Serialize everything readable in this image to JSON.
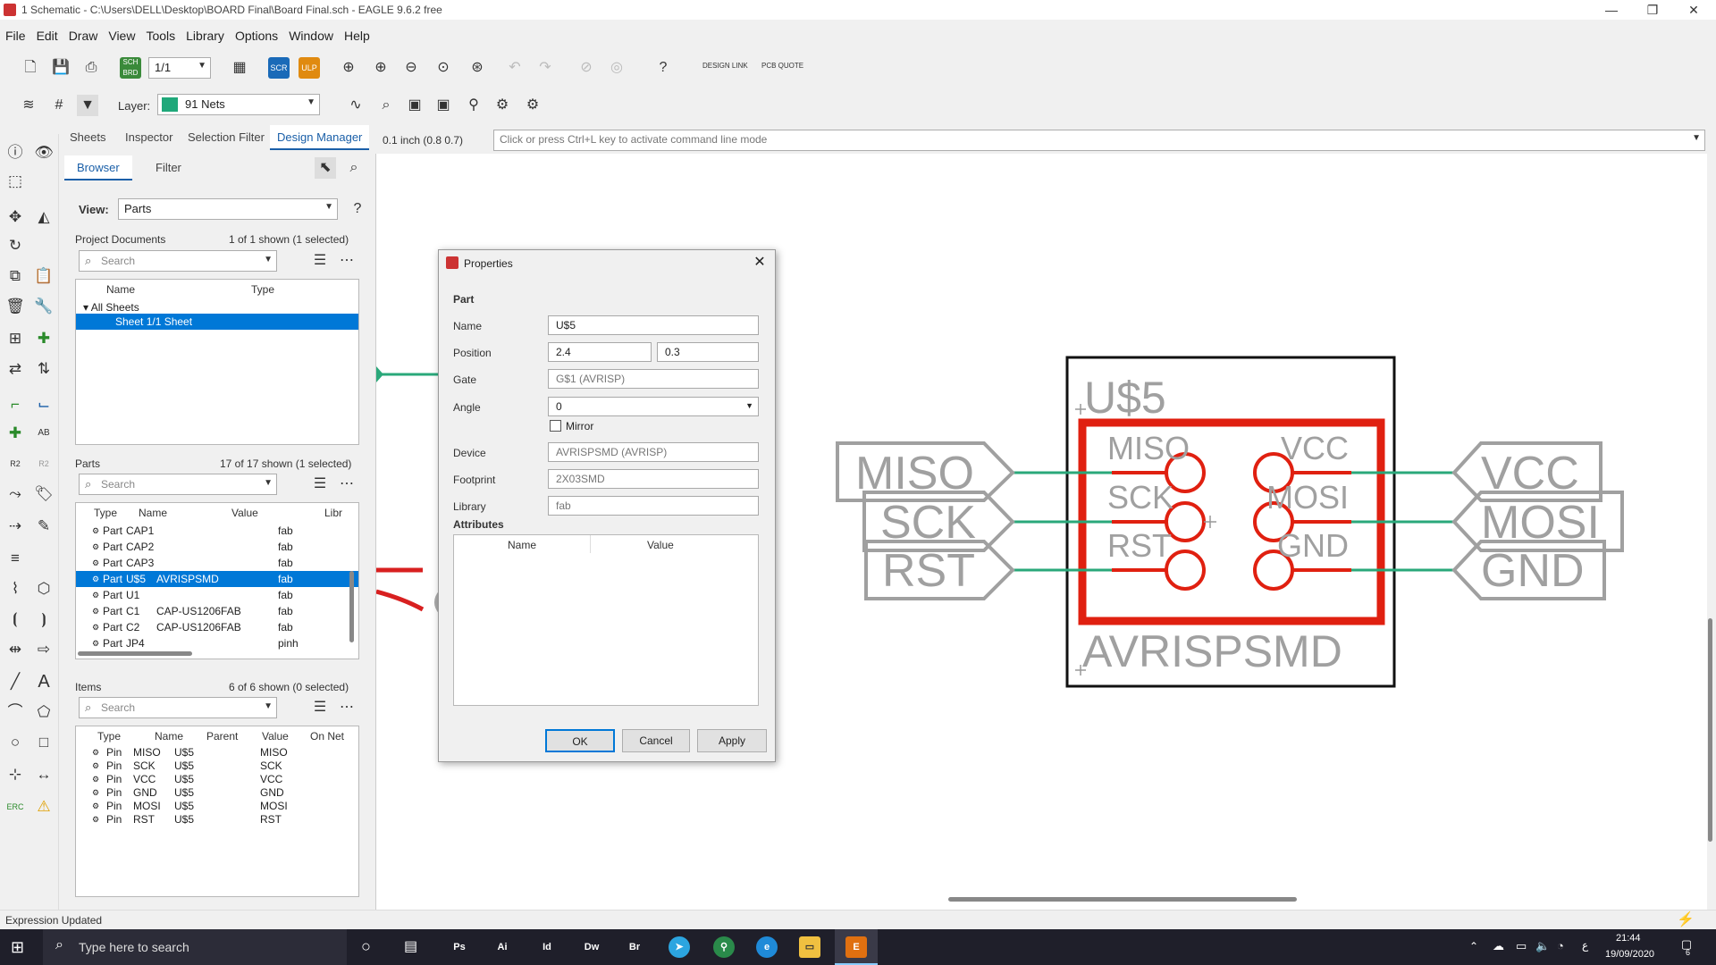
{
  "window": {
    "title": "1 Schematic - C:\\Users\\DELL\\Desktop\\BOARD Final\\Board Final.sch - EAGLE 9.6.2 free"
  },
  "menu": [
    "File",
    "Edit",
    "Draw",
    "View",
    "Tools",
    "Library",
    "Options",
    "Window",
    "Help"
  ],
  "toolbar": {
    "sheet_select": "1/1",
    "design_link": "DESIGN LINK",
    "pcb_quote": "PCB QUOTE",
    "layer_label": "Layer:",
    "layer_value": "91 Nets",
    "layer_color": "#1fa87a"
  },
  "panel": {
    "tabs": [
      "Sheets",
      "Inspector",
      "Selection Filter",
      "Design Manager"
    ],
    "subtabs": [
      "Browser",
      "Filter"
    ],
    "view_label": "View:",
    "view_value": "Parts",
    "project_docs": {
      "title": "Project Documents",
      "count": "1 of 1 shown (1 selected)",
      "search": "Search",
      "col_name": "Name",
      "col_type": "Type",
      "group": "All Sheets",
      "row": "Sheet 1/1  Sheet"
    },
    "parts": {
      "title": "Parts",
      "count": "17 of 17 shown (1 selected)",
      "search": "Search",
      "cols": [
        "Type",
        "Name",
        "Value",
        "Libr"
      ],
      "rows": [
        {
          "type": "Part",
          "name": "CAP1",
          "value": "",
          "lib": "fab"
        },
        {
          "type": "Part",
          "name": "CAP2",
          "value": "",
          "lib": "fab"
        },
        {
          "type": "Part",
          "name": "CAP3",
          "value": "",
          "lib": "fab"
        },
        {
          "type": "Part",
          "name": "U$5",
          "value": "AVRISPSMD",
          "lib": "fab"
        },
        {
          "type": "Part",
          "name": "U1",
          "value": "",
          "lib": "fab"
        },
        {
          "type": "Part",
          "name": "C1",
          "value": "CAP-US1206FAB",
          "lib": "fab"
        },
        {
          "type": "Part",
          "name": "C2",
          "value": "CAP-US1206FAB",
          "lib": "fab"
        },
        {
          "type": "Part",
          "name": "JP4",
          "value": "",
          "lib": "pinh"
        }
      ]
    },
    "items": {
      "title": "Items",
      "count": "6 of 6 shown (0 selected)",
      "search": "Search",
      "cols": [
        "Type",
        "Name",
        "Parent",
        "Value",
        "On Net"
      ],
      "rows": [
        {
          "type": "Pin",
          "name": "MISO",
          "parent": "U$5",
          "value": "",
          "net": "MISO"
        },
        {
          "type": "Pin",
          "name": "SCK",
          "parent": "U$5",
          "value": "",
          "net": "SCK"
        },
        {
          "type": "Pin",
          "name": "VCC",
          "parent": "U$5",
          "value": "",
          "net": "VCC"
        },
        {
          "type": "Pin",
          "name": "GND",
          "parent": "U$5",
          "value": "",
          "net": "GND"
        },
        {
          "type": "Pin",
          "name": "MOSI",
          "parent": "U$5",
          "value": "",
          "net": "MOSI"
        },
        {
          "type": "Pin",
          "name": "RST",
          "parent": "U$5",
          "value": "",
          "net": "RST"
        }
      ]
    }
  },
  "cmd": {
    "coords": "0.1 inch (0.8 0.7)",
    "placeholder": "Click or press Ctrl+L key to activate command line mode"
  },
  "dialog": {
    "title": "Properties",
    "section": "Part",
    "name_label": "Name",
    "name": "U$5",
    "position_label": "Position",
    "pos_x": "2.4",
    "pos_y": "0.3",
    "gate_label": "Gate",
    "gate": "G$1 (AVRISP)",
    "angle_label": "Angle",
    "angle": "0",
    "mirror_label": "Mirror",
    "device_label": "Device",
    "device": "AVRISPSMD (AVRISP)",
    "footprint_label": "Footprint",
    "footprint": "2X03SMD",
    "library_label": "Library",
    "library": "fab",
    "attributes_label": "Attributes",
    "attr_name": "Name",
    "attr_value": "Value",
    "ok": "OK",
    "cancel": "Cancel",
    "apply": "Apply"
  },
  "schematic": {
    "part_name": "U$5",
    "part_value": "AVRISPSMD",
    "pins_left": [
      "MISO",
      "SCK",
      "RST"
    ],
    "pins_right": [
      "VCC",
      "MOSI",
      "GND"
    ],
    "labels_left": [
      "MISO",
      "SCK",
      "RST"
    ],
    "labels_right": [
      "VCC",
      "MOSI",
      "GND"
    ],
    "net_color": "#2aa87a",
    "symbol_color": "#e02010",
    "label_color": "#a0a0a0"
  },
  "status": {
    "text": "Expression Updated"
  },
  "taskbar": {
    "search": "Type here to search",
    "time": "21:44",
    "date": "19/09/2020",
    "notif_count": "6",
    "apps": [
      {
        "icon": "Ps",
        "color": "#0c2e4c"
      },
      {
        "icon": "Ai",
        "color": "#3a1a00"
      },
      {
        "icon": "Id",
        "color": "#3a0a1e"
      },
      {
        "icon": "Dw",
        "color": "#3d0f3f"
      },
      {
        "icon": "Br",
        "color": "#1c1c1c"
      }
    ]
  }
}
